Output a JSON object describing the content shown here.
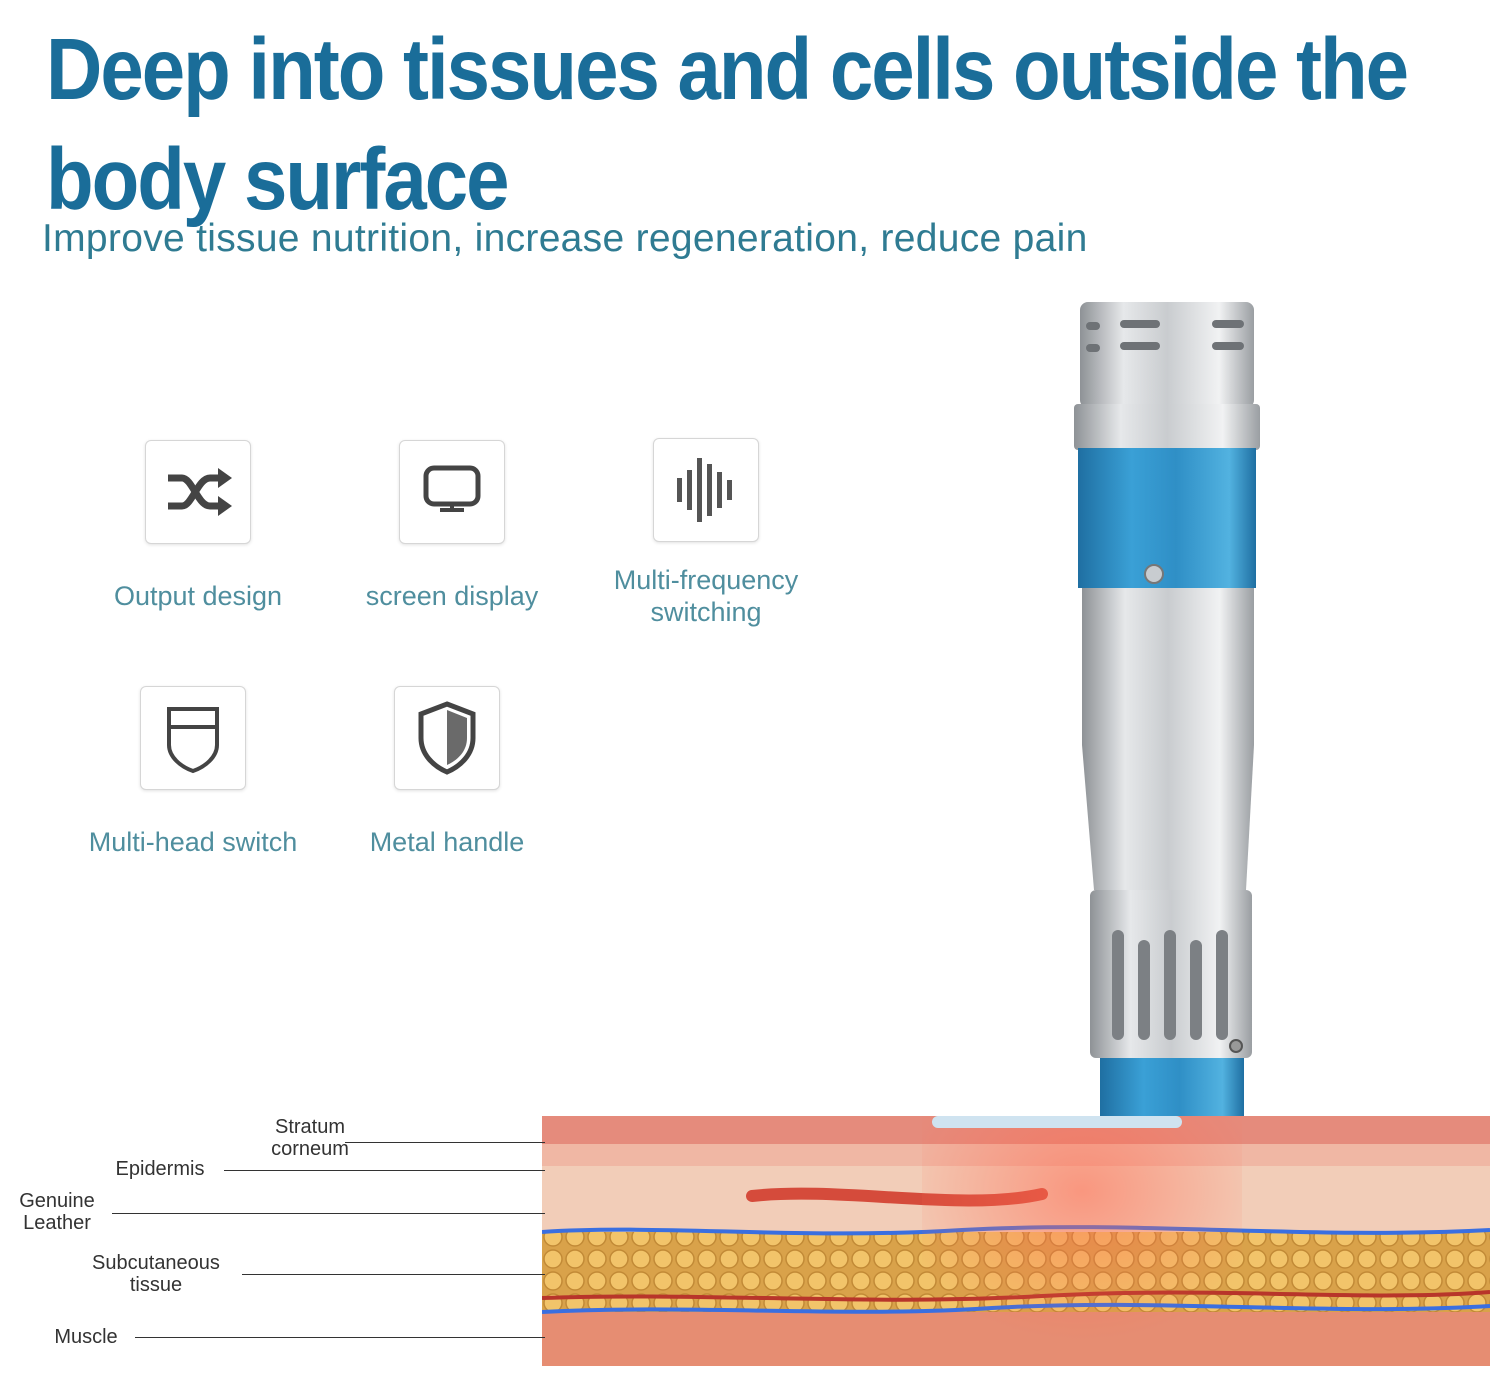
{
  "header": {
    "title": "Deep into tissues and cells outside the body surface",
    "subtitle": "Improve tissue nutrition, increase regeneration, reduce pain"
  },
  "features": [
    {
      "label": "Output design",
      "icon": "shuffle-icon"
    },
    {
      "label": "screen display",
      "icon": "monitor-icon"
    },
    {
      "label": "Multi-frequency switching",
      "icon": "frequency-bars-icon"
    },
    {
      "label": "Multi-head switch",
      "icon": "head-shield-icon"
    },
    {
      "label": "Metal handle",
      "icon": "shield-icon"
    }
  ],
  "layers": {
    "stratum": "Stratum corneum",
    "epidermis": "Epidermis",
    "genuine": "Genuine Leather",
    "subcutaneous": "Subcutaneous tissue",
    "muscle": "Muscle"
  },
  "colors": {
    "title": "#1a6d99",
    "subtitle": "#2f7b92",
    "feature_text": "#4f8e9e",
    "device_blue": "#2f8fc6"
  }
}
